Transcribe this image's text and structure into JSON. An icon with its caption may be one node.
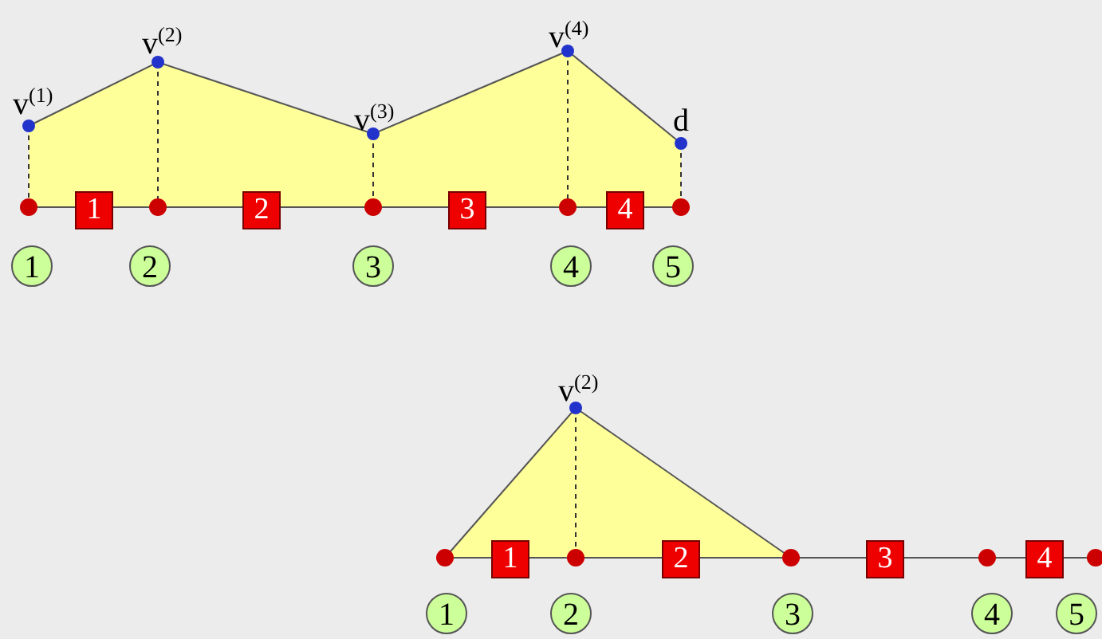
{
  "diagram": {
    "nodes": [
      {
        "text": [
          "1"
        ]
      },
      {
        "text": [
          "2"
        ]
      },
      {
        "text": [
          "3"
        ]
      },
      {
        "text": [
          "4"
        ]
      },
      {
        "text": [
          "1"
        ]
      },
      {
        "text": [
          "2"
        ]
      },
      {
        "text": [
          "3"
        ]
      },
      {
        "text": [
          "4"
        ]
      },
      {
        "text": [
          "5"
        ]
      },
      {
        "text": [
          "1"
        ]
      },
      {
        "text": [
          "2"
        ]
      },
      {
        "text": [
          "3"
        ]
      },
      {
        "text": [
          "4"
        ]
      },
      {
        "text": [
          "1"
        ]
      },
      {
        "text": [
          "2"
        ]
      },
      {
        "text": [
          "3"
        ]
      },
      {
        "text": [
          "4"
        ]
      },
      {
        "text": [
          "5"
        ]
      }
    ],
    "labels": [
      "v$^{(1)}$",
      "v$^{(2)}$",
      "v$^{(3)}$",
      "v$^{(4)}$",
      "d",
      "v$^{(2)}$"
    ]
  }
}
